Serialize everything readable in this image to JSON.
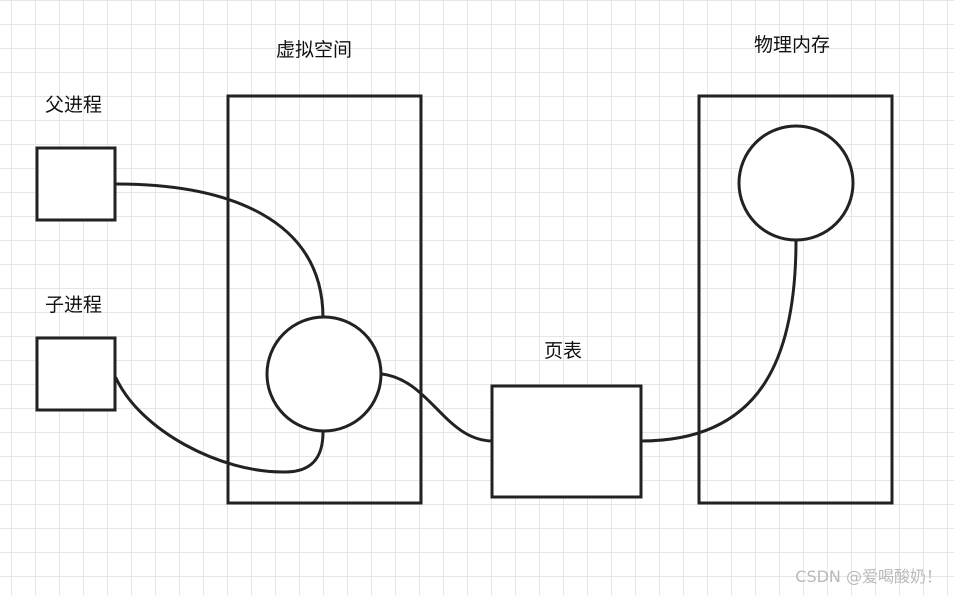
{
  "labels": {
    "parent_process": "父进程",
    "child_process": "子进程",
    "virtual_space": "虚拟空间",
    "page_table": "页表",
    "physical_memory": "物理内存"
  },
  "watermark": "CSDN @爱喝酸奶！",
  "colors": {
    "stroke": "#222222",
    "grid": "#e6e6e6",
    "background": "#ffffff",
    "watermark": "#b9b9b9"
  }
}
